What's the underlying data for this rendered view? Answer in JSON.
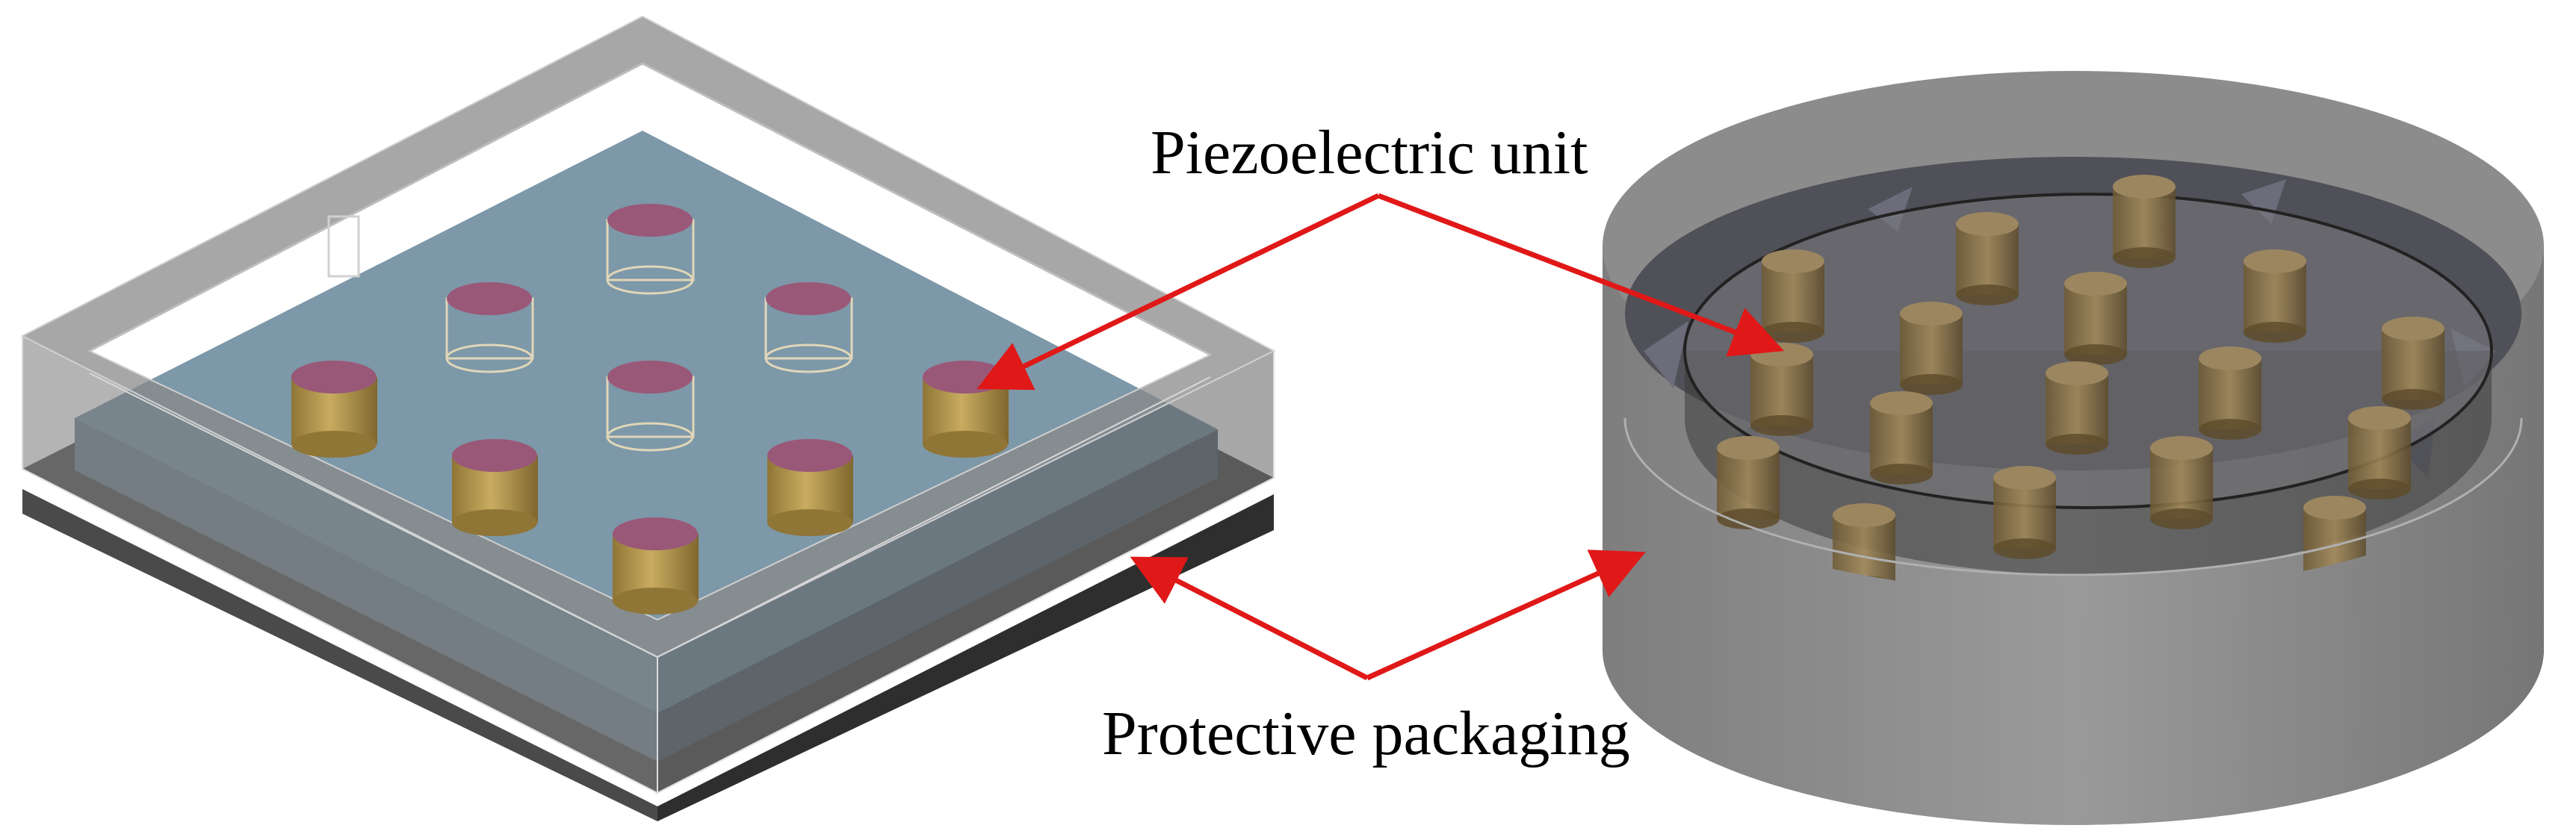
{
  "labels": {
    "piezo": "Piezoelectric unit",
    "packaging": "Protective packaging"
  },
  "colors": {
    "arrow": "#e01818",
    "cylinder_body": "#b89a52",
    "cylinder_top": "#9a5878",
    "housing_gray": "#8a8a8a",
    "substrate_blue": "#7d98a8",
    "base_dark": "#3c3c3c"
  },
  "square_device": {
    "rows": [
      3,
      3,
      3
    ],
    "hollow_units": 4
  },
  "round_device": {
    "unit_count": 17
  }
}
